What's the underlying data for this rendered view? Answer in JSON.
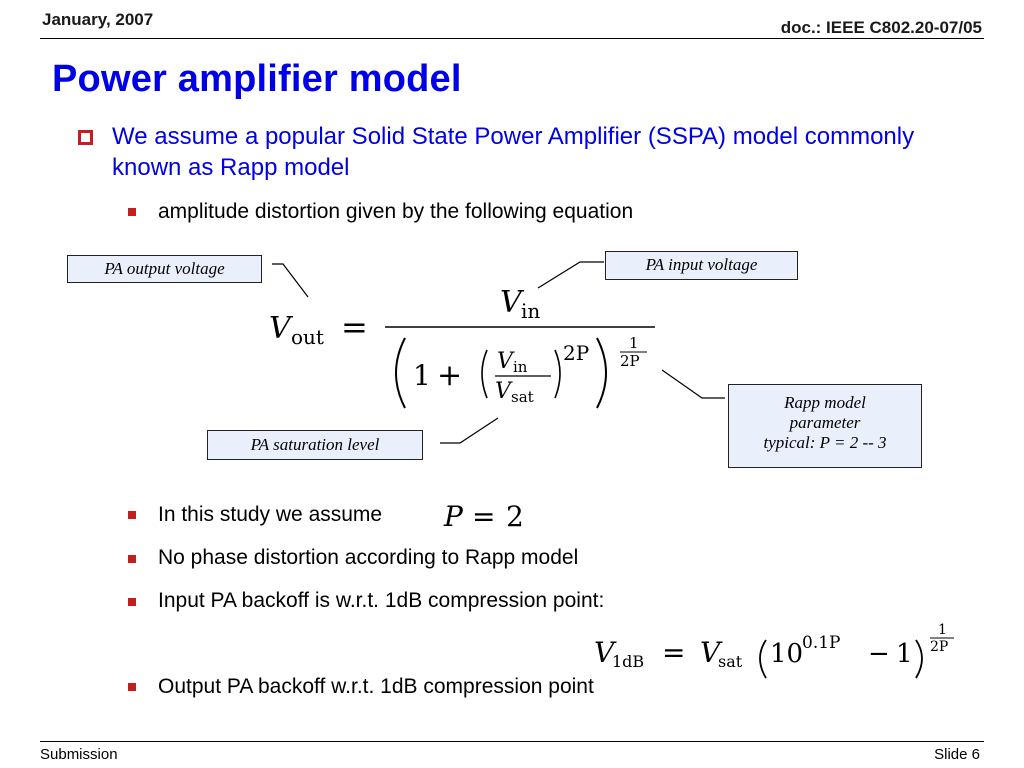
{
  "header": {
    "date": "January, 2007",
    "doc_id": "doc.: IEEE C802.20-07/05"
  },
  "title": "Power amplifier model",
  "bullets": {
    "main": "We assume a popular Solid State Power Amplifier (SSPA) model commonly known as Rapp model",
    "sub1": "amplitude distortion given by the following equation",
    "sub2": "In this study we assume",
    "sub3": "No phase distortion according to Rapp model",
    "sub4": "Input PA backoff is w.r.t. 1dB compression point:",
    "sub5": "Output PA backoff w.r.t. 1dB compression point"
  },
  "callouts": {
    "output_voltage": "PA output voltage",
    "input_voltage": "PA input voltage",
    "saturation_level": "PA saturation level",
    "rapp_line1": "Rapp model",
    "rapp_line2": "parameter",
    "rapp_line3": "typical: P = 2 -- 3"
  },
  "equation": {
    "V": "V",
    "out": "out",
    "in": "in",
    "sat": "sat",
    "equals": "=",
    "one": "1",
    "plus": "+",
    "two_p": "2P",
    "exp_num": "1",
    "exp_den": "2P"
  },
  "assume_eq": {
    "lhs": "P",
    "equals": "=",
    "rhs": "2"
  },
  "db_eq": {
    "V": "V",
    "sub_1db": "1dB",
    "equals": "=",
    "sat": "sat",
    "ten": "10",
    "exp": "0.1P",
    "minus": "−",
    "one": "1",
    "exp_num": "1",
    "exp_den": "2P"
  },
  "footer": {
    "left": "Submission",
    "right": "Slide 6"
  },
  "colors": {
    "title": "#0000e6",
    "bullet": "#c41e1e",
    "callout_bg": "#eaf0fb"
  }
}
